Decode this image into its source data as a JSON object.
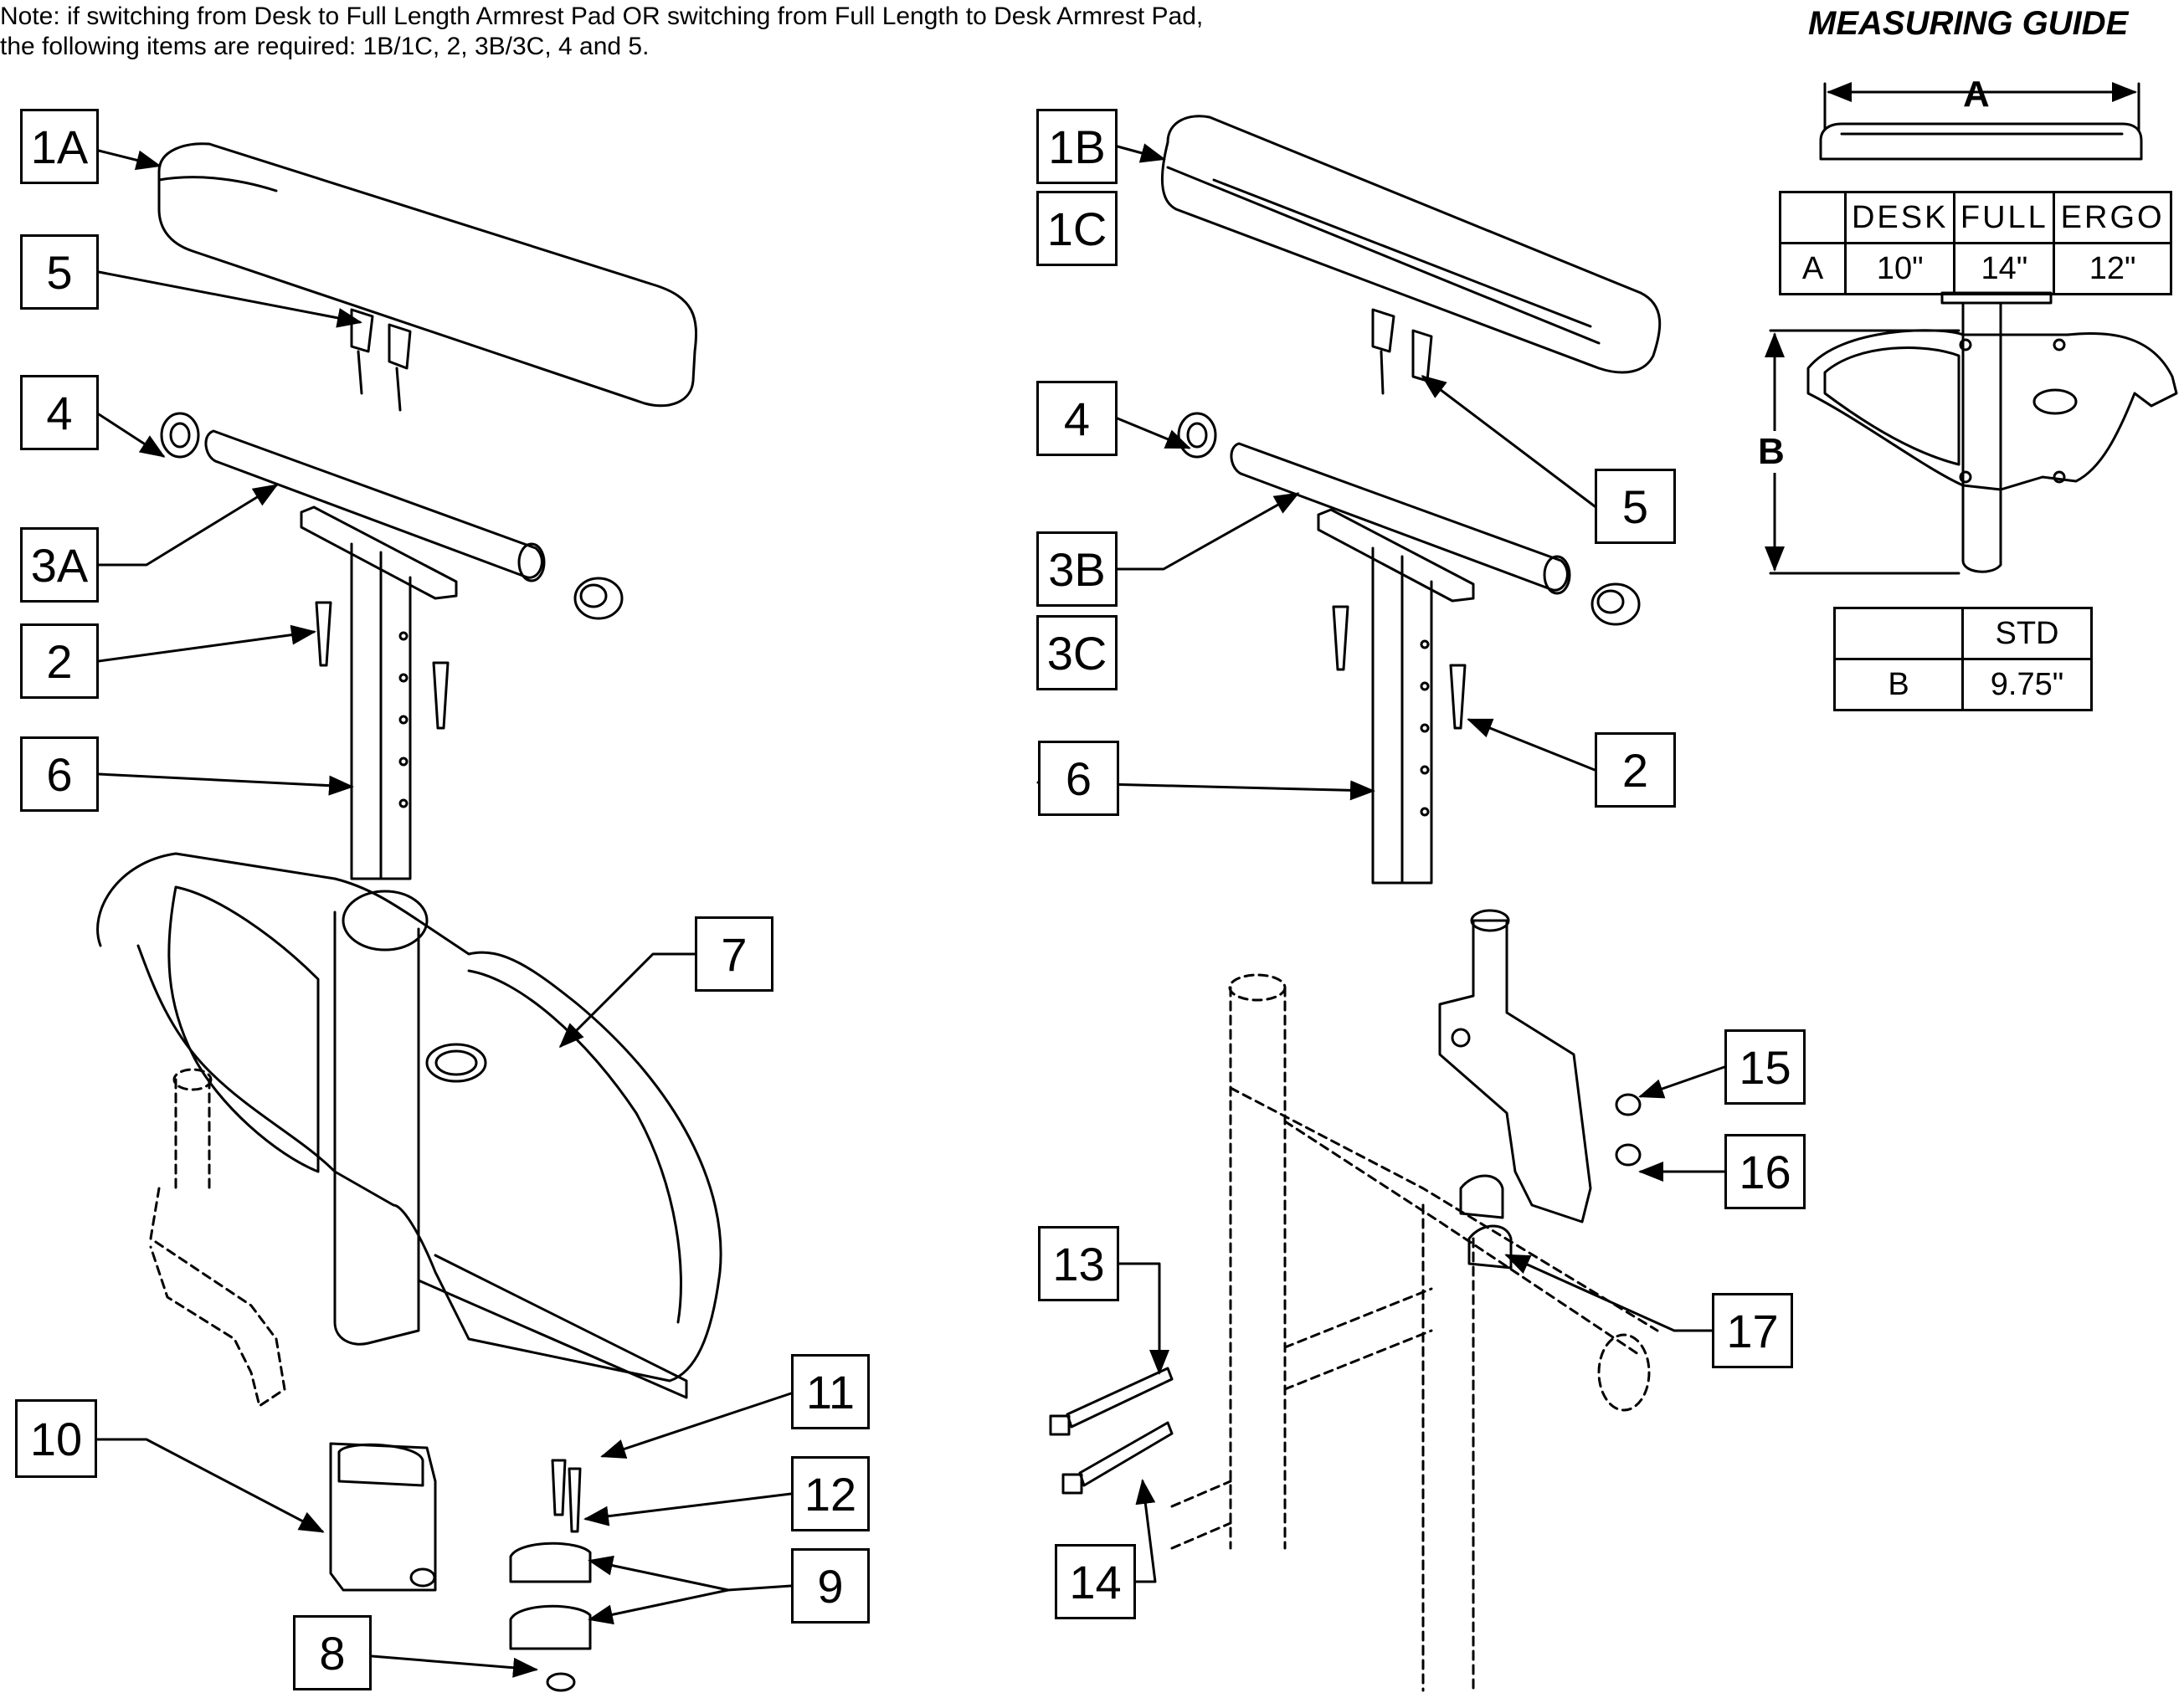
{
  "note": {
    "line1": "Note: if switching from Desk to Full Length Armrest Pad OR switching from Full Length to Desk Armrest Pad,",
    "line2": "the following items are required: 1B/1C, 2, 3B/3C, 4 and 5."
  },
  "guide": {
    "title": "MEASURING GUIDE",
    "dim_a": "A",
    "dim_b": "B",
    "table_a": {
      "headers": [
        "",
        "DESK",
        "FULL",
        "ERGO"
      ],
      "row": [
        "A",
        "10\"",
        "14\"",
        "12\""
      ]
    },
    "table_b": {
      "headers": [
        "",
        "STD"
      ],
      "row": [
        "B",
        "9.75\""
      ]
    }
  },
  "callouts": {
    "c1a": "1A",
    "c5a": "5",
    "c4a": "4",
    "c3a": "3A",
    "c2a": "2",
    "c6a": "6",
    "c7": "7",
    "c10": "10",
    "c11": "11",
    "c12": "12",
    "c9": "9",
    "c8": "8",
    "c1b": "1B",
    "c1c": "1C",
    "c4b": "4",
    "c5b": "5",
    "c3b": "3B",
    "c3c": "3C",
    "c2b": "2",
    "c6b": "6",
    "c15": "15",
    "c16": "16",
    "c13": "13",
    "c17": "17",
    "c14": "14"
  }
}
